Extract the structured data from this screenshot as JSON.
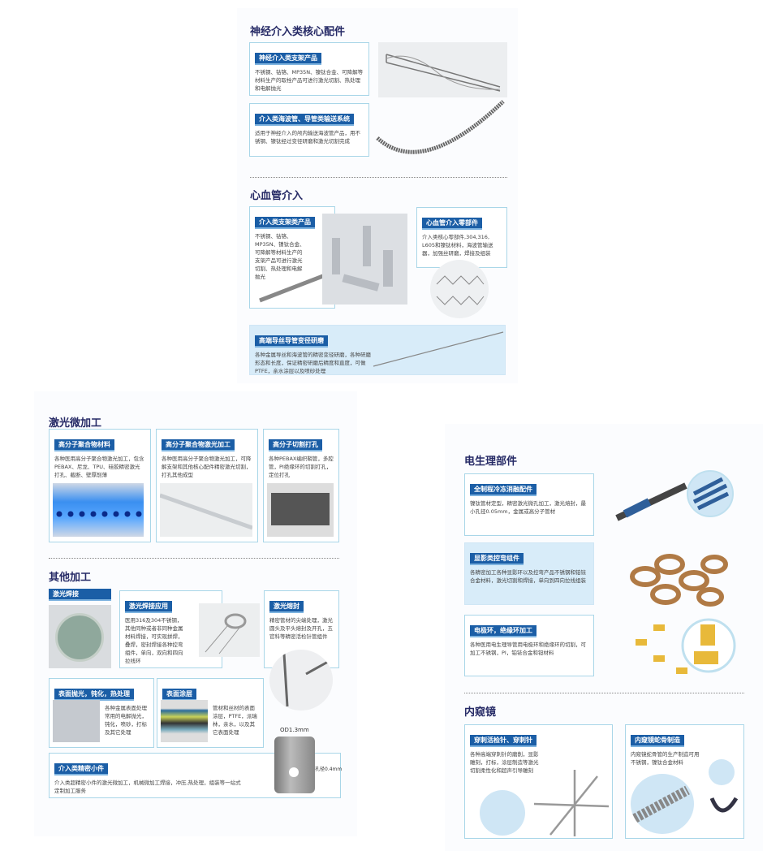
{
  "neuro": {
    "title": "神经介入类核心配件",
    "c1": {
      "label": "神经介入类支架产品",
      "text": "不锈钢、钴铬、MP35N、镍钛合金、可降解等材料生产的取栓产品可进行激光切割、热处理和电解抛光"
    },
    "c2": {
      "label": "介入类海波管、导管类输送系统",
      "text": "适用于神经介入的颅内输送海波管产品，用不锈钢、镍钛经过变径研磨和激光切割完成"
    }
  },
  "cardio": {
    "title": "心血管介入",
    "c1": {
      "label": "介入类支架类产品",
      "text": "不锈钢、钴铬、MP35N、镍钛合金、可降解等材料生产的支架产品可进行激光切割、热处理和电解抛光"
    },
    "c2": {
      "label": "心血管介入零部件",
      "text": "介入类核心零部件,304,316, L605和镍钛材料，海波管输送器，加强丝研磨，焊接及组装"
    },
    "c3": {
      "label": "高端导丝导管变径研磨",
      "text": "各种金属导丝和海波管的精密变径研磨，各种研磨形态和长度，保证精密研磨后精度和直度，可做PTFE，亲水涂层以及喷砂处理"
    }
  },
  "laser": {
    "title": "激光微加工",
    "c1": {
      "label": "高分子聚合物材料",
      "text": "各种医用高分子聚合物激光加工，包含PEBAX、尼龙、TPU、硅胶精密激光打孔、截断、壁厚削薄"
    },
    "c2": {
      "label": "高分子聚合物激光加工",
      "text": "各种医用高分子聚合物激光加工，可降解支架和其他核心配件精密激光切割，打孔其他成型"
    },
    "c3": {
      "label": "高分子切割打孔",
      "text": "各种PEBAX编织鞘管，多腔管，PI绝缘环的切割打孔，定位打孔"
    }
  },
  "other": {
    "title": "其他加工",
    "weld": {
      "label": "激光焊接"
    },
    "weldapp": {
      "label": "激光焊接应用",
      "text": "医用316及304不锈钢，其他同种或者非同种金属材料焊接，可实现拼焊，叠焊，密封焊接各种控弯组件，单向，双向和四向拉线环"
    },
    "seal": {
      "label": "激光熔封",
      "text": "精密管材的尖端处理，激光圆头及平头熔封及开孔，五官科等精密活检针管组件"
    },
    "polish": {
      "label": "表面抛光，钝化，热处理",
      "text": "各种金属表面处理常用的电解抛光，钝化，喷砂，打标及其它处理"
    },
    "coat": {
      "label": "表面涂层",
      "text": "管材和丝材的表面涂层，PTFE，派瑞林，亲水，以及其它表面处理"
    },
    "small": {
      "label": "介入类精密小件",
      "text": "介入类超精密小件的激光微加工，机械微加工焊接，冲压,热处理，组装等一站式定制加工服务"
    },
    "od": "OD1.3mm",
    "hole": "孔径0.4mm"
  },
  "ep": {
    "title": "电生理部件",
    "c1": {
      "label": "全制程冷冻消融配件",
      "text": "镍钛管材定型，精密激光微孔加工，激光熔封，最小孔径0.05mm，金属或高分子管材"
    },
    "c2": {
      "label": "显影类控弯组件",
      "text": "各精密加工各种显影环以及控弯产品不锈钢和铂铱合金材料，激光切割和焊接，单向到四向拉线组装"
    },
    "c3": {
      "label": "电极环，绝缘环加工",
      "text": "各种医用电生理导管用电极环和绝缘环的切割，可加工不锈钢，PI，铂铱合金和钽材料"
    }
  },
  "endo": {
    "title": "内窥镜",
    "c1": {
      "label": "穿刺活检针、穿刺针",
      "text": "各种高端穿刺针的磨削，显影雕刻，打标，涂层制造等激光切割柔性化和超声引导雕刻"
    },
    "c2": {
      "label": "内窥镜蛇骨制造",
      "text": "内窥镜蛇骨管的生产制造可用不锈钢，镍钛合金材料"
    }
  }
}
